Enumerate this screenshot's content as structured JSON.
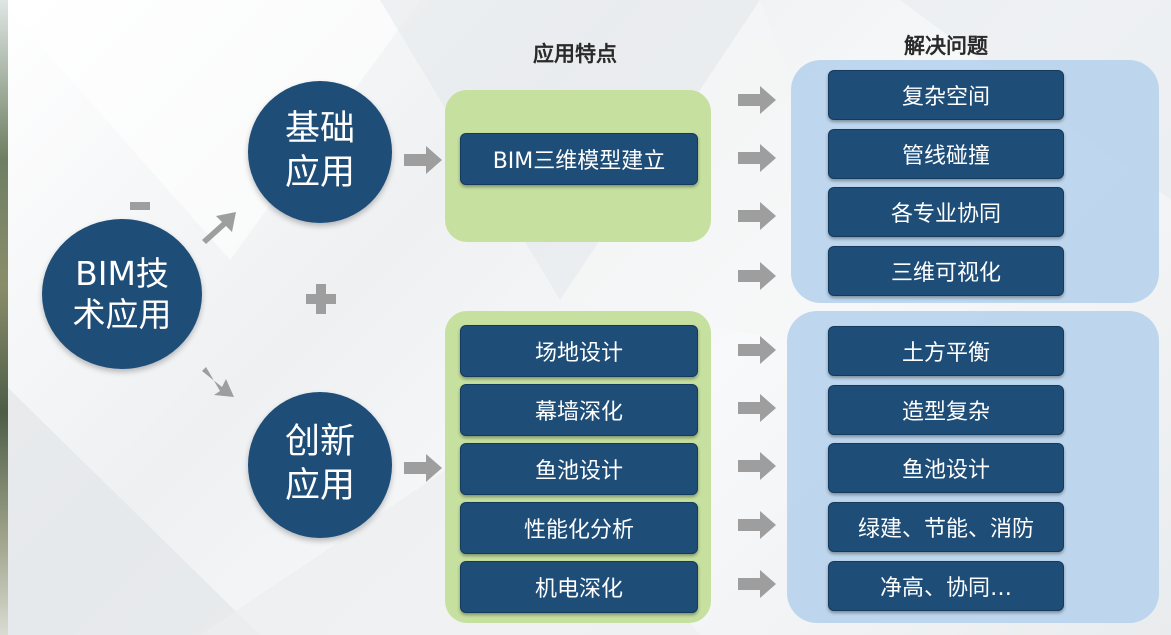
{
  "main_node": {
    "label": "BIM技\n术应用"
  },
  "basic_node": {
    "label": "基础\n应用"
  },
  "innovative_node": {
    "label": "创新\n应用"
  },
  "headers": {
    "features": "应用特点",
    "problems": "解决问题"
  },
  "basic_features": [
    "BIM三维模型建立"
  ],
  "basic_problems": [
    "复杂空间",
    "管线碰撞",
    "各专业协同",
    "三维可视化"
  ],
  "innovative_features": [
    "场地设计",
    "幕墙深化",
    "鱼池设计",
    "性能化分析",
    "机电深化"
  ],
  "innovative_problems": [
    "土方平衡",
    "造型复杂",
    "鱼池设计",
    "绿建、节能、消防",
    "净高、协同…"
  ],
  "colors": {
    "node": "#1e4d78",
    "feature_panel": "#c6e0a0",
    "problem_panel": "#b8d3ec",
    "arrow": "#9e9e9e"
  }
}
